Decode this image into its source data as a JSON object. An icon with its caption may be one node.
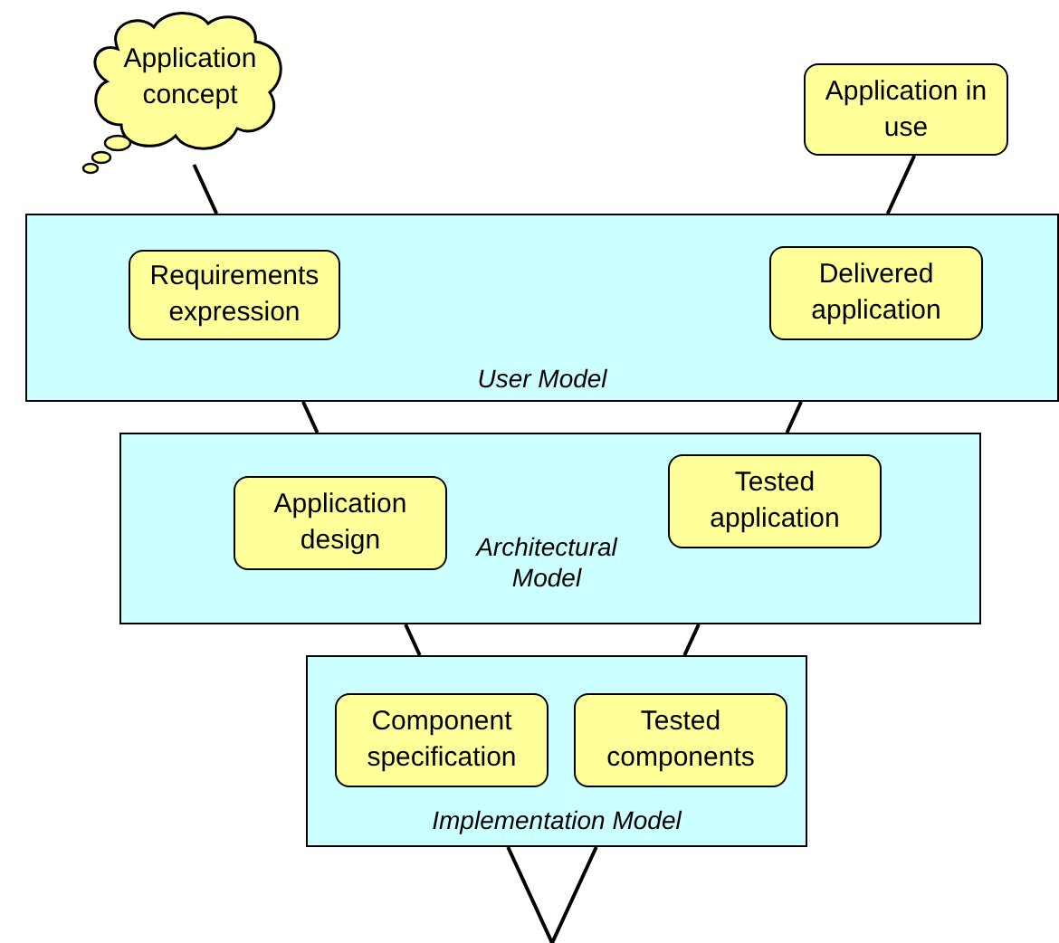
{
  "diagram": {
    "nodes": [
      {
        "text": [
          "Application concept"
        ]
      },
      {
        "text": [
          "Application in use"
        ]
      },
      {
        "text": [
          "User Model"
        ]
      },
      {
        "text": [
          "Requirements expression"
        ],
        "in": 2
      },
      {
        "text": [
          "Delivered application"
        ],
        "in": 2
      },
      {
        "text": [
          "Architectural Model"
        ]
      },
      {
        "text": [
          "Application design"
        ],
        "in": 5
      },
      {
        "text": [
          "Tested application"
        ],
        "in": 5
      },
      {
        "text": [
          "Implementation Model"
        ]
      },
      {
        "text": [
          "Component specification"
        ],
        "in": 8
      },
      {
        "text": [
          "Tested components"
        ],
        "in": 8
      }
    ],
    "edges": [
      {
        "from": 0,
        "to": 2,
        "arrow": "none"
      },
      {
        "from": 1,
        "to": 2,
        "arrow": "none"
      },
      {
        "from": 2,
        "to": 5,
        "arrow": "none"
      },
      {
        "from": 2,
        "to": 5,
        "arrow": "none"
      },
      {
        "from": 5,
        "to": 8,
        "arrow": "none"
      },
      {
        "from": 5,
        "to": 8,
        "arrow": "none"
      },
      {
        "from": 8,
        "to": null,
        "arrow": "none"
      },
      {
        "from": 8,
        "to": null,
        "arrow": "none"
      }
    ]
  }
}
